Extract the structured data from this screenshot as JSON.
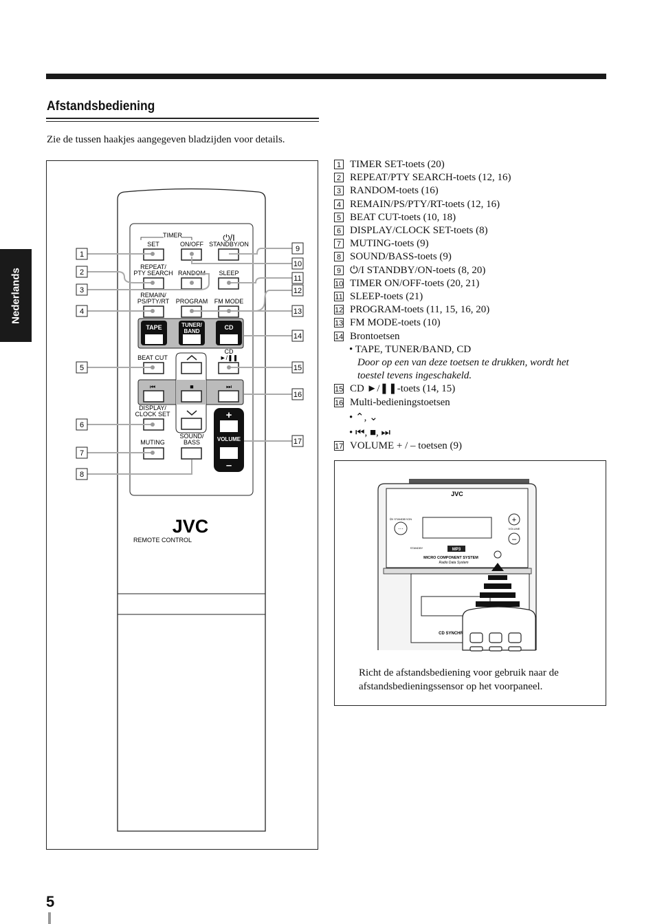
{
  "side_tab": "Nederlands",
  "title": "Afstandsbediening",
  "intro": "Zie de tussen haakjes aangegeven bladzijden voor details.",
  "remote": {
    "timer_label": "TIMER",
    "set": "SET",
    "on_off": "ON/OFF",
    "standby_on": "STANDBY/ON",
    "repeat_1": "REPEAT/",
    "repeat_2": "PTY SEARCH",
    "random": "RANDOM",
    "sleep": "SLEEP",
    "remain_1": "REMAIN/",
    "remain_2": "PS/PTY/RT",
    "program": "PROGRAM",
    "fm_mode": "FM MODE",
    "tape": "TAPE",
    "tuner_1": "TUNER/",
    "tuner_2": "BAND",
    "cd": "CD",
    "beat_cut": "BEAT CUT",
    "cd_play": "CD",
    "display_1": "DISPLAY/",
    "display_2": "CLOCK SET",
    "muting": "MUTING",
    "sound_1": "SOUND/",
    "sound_2": "BASS",
    "volume": "VOLUME",
    "plus": "+",
    "minus": "–",
    "brand": "JVC",
    "remote_control": "REMOTE CONTROL",
    "callouts": [
      "1",
      "2",
      "3",
      "4",
      "5",
      "6",
      "7",
      "8",
      "9",
      "10",
      "11",
      "12",
      "13",
      "14",
      "15",
      "16",
      "17"
    ]
  },
  "items": [
    {
      "n": "1",
      "text": "TIMER SET-toets (20)"
    },
    {
      "n": "2",
      "text": "REPEAT/PTY SEARCH-toets (12, 16)"
    },
    {
      "n": "3",
      "text": "RANDOM-toets (16)"
    },
    {
      "n": "4",
      "text": "REMAIN/PS/PTY/RT-toets (12, 16)"
    },
    {
      "n": "5",
      "text": "BEAT CUT-toets (10, 18)"
    },
    {
      "n": "6",
      "text": "DISPLAY/CLOCK SET-toets (8)"
    },
    {
      "n": "7",
      "text": "MUTING-toets (9)"
    },
    {
      "n": "8",
      "text": "SOUND/BASS-toets (9)"
    },
    {
      "n": "9",
      "text": "⏻/I STANDBY/ON-toets (8, 20)"
    },
    {
      "n": "10",
      "text": "TIMER ON/OFF-toets (20, 21)"
    },
    {
      "n": "11",
      "text": "SLEEP-toets (21)"
    },
    {
      "n": "12",
      "text": "PROGRAM-toets (11, 15, 16, 20)"
    },
    {
      "n": "13",
      "text": "FM MODE-toets (10)"
    },
    {
      "n": "14",
      "text": "Brontoetsen"
    },
    {
      "n": "15",
      "text": "CD ►/❚❚-toets (14, 15)"
    },
    {
      "n": "16",
      "text": "Multi-bedieningstoetsen"
    },
    {
      "n": "17",
      "text": "VOLUME + / – toetsen (9)"
    }
  ],
  "item14_sub": "• TAPE, TUNER/BAND, CD",
  "item14_note_1": "Door op een van deze toetsen te drukken, wordt het",
  "item14_note_2": "toestel tevens ingeschakeld.",
  "item16_sub_1": "• ⌃, ⌄",
  "item16_sub_2": "• ⏮, ■, ⏭",
  "unit": {
    "brand": "JVC",
    "standby_on": "⏻/I STANDBY/ON",
    "standby": "STANDBY",
    "volume": "VOLUME",
    "mp3": "MP3",
    "system": "MICRO COMPONENT SYSTEM",
    "rds": "Radio Data System",
    "cd_synchro": "CD SYNCHRO I"
  },
  "sensor_caption_1": "Richt de afstandsbediening voor gebruik naar de",
  "sensor_caption_2": "afstandsbedieningssensor op het voorpaneel.",
  "page_number": "5"
}
